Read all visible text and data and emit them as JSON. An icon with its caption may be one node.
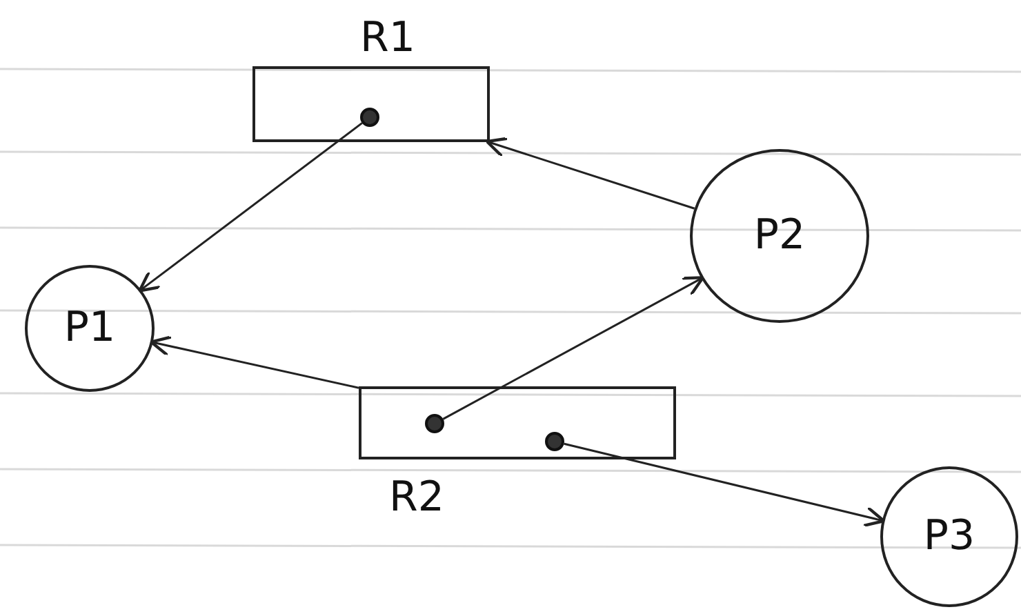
{
  "diagram": {
    "nodes": [
      {
        "text": [
          "R1"
        ]
      },
      {
        "text": [],
        "shape": "circle",
        "in": 0
      },
      {
        "text": [
          "P2"
        ]
      },
      {
        "text": [
          "P1"
        ]
      },
      {
        "text": [
          "R2"
        ]
      },
      {
        "text": [],
        "shape": "circle",
        "in": 4
      },
      {
        "text": [],
        "shape": "circle",
        "in": 4
      },
      {
        "text": [
          "P3"
        ]
      }
    ],
    "edges": [
      {
        "from": 1,
        "to": 3,
        "arrow": "to"
      },
      {
        "from": 2,
        "to": 0,
        "arrow": "to"
      },
      {
        "from": 5,
        "to": 2,
        "arrow": "to"
      },
      {
        "from": 4,
        "to": 3,
        "arrow": "to"
      },
      {
        "from": 6,
        "to": 7,
        "arrow": "to"
      }
    ]
  }
}
